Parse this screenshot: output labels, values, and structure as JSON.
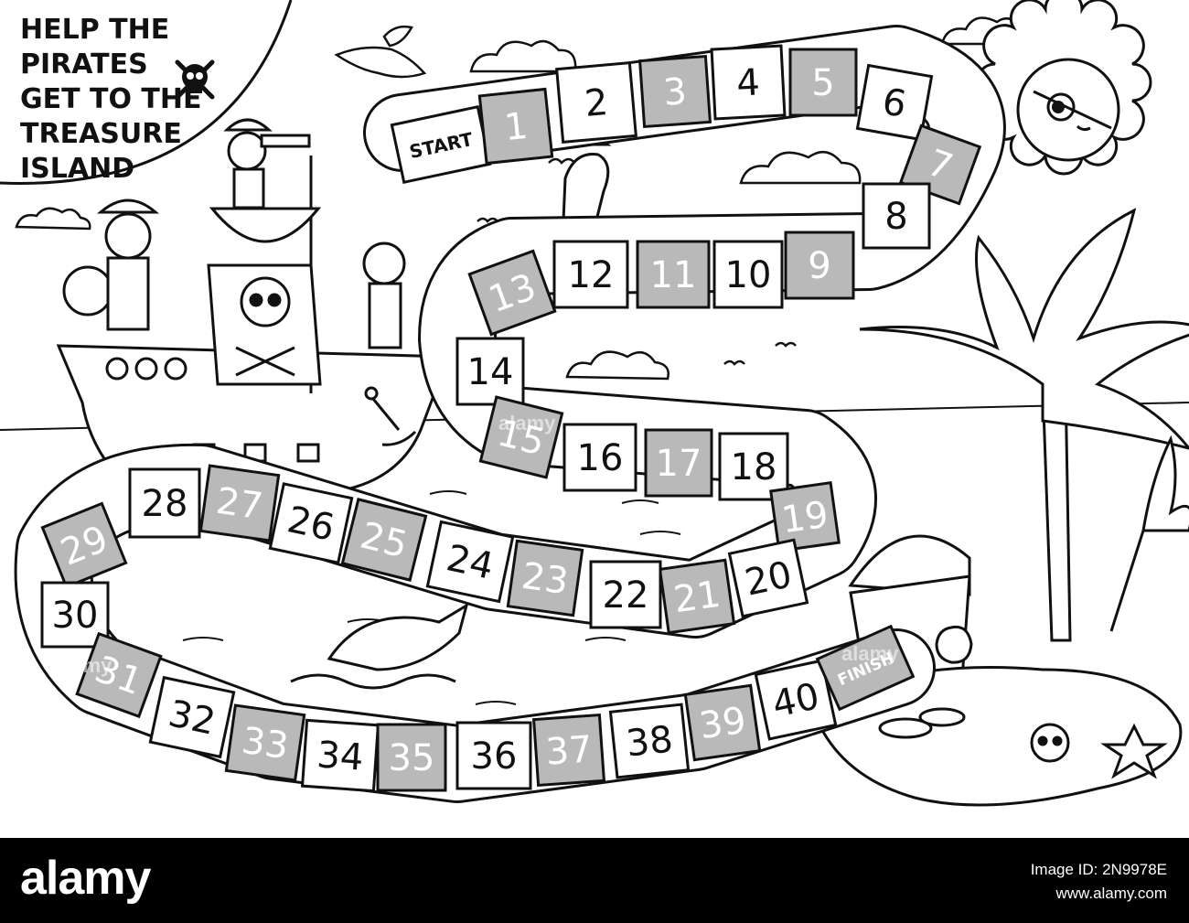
{
  "title": {
    "lines": [
      "HELP THE PIRATES",
      "GET TO THE",
      "TREASURE",
      "ISLAND"
    ]
  },
  "board": {
    "start_label": "START",
    "finish_label": "FINISH",
    "squares": [
      {
        "n": "1",
        "shade": "gray"
      },
      {
        "n": "2",
        "shade": "white"
      },
      {
        "n": "3",
        "shade": "gray"
      },
      {
        "n": "4",
        "shade": "white"
      },
      {
        "n": "5",
        "shade": "gray"
      },
      {
        "n": "6",
        "shade": "white"
      },
      {
        "n": "7",
        "shade": "gray"
      },
      {
        "n": "8",
        "shade": "white"
      },
      {
        "n": "9",
        "shade": "gray"
      },
      {
        "n": "10",
        "shade": "white"
      },
      {
        "n": "11",
        "shade": "gray"
      },
      {
        "n": "12",
        "shade": "white"
      },
      {
        "n": "13",
        "shade": "gray"
      },
      {
        "n": "14",
        "shade": "white"
      },
      {
        "n": "15",
        "shade": "gray"
      },
      {
        "n": "16",
        "shade": "white"
      },
      {
        "n": "17",
        "shade": "gray"
      },
      {
        "n": "18",
        "shade": "white"
      },
      {
        "n": "19",
        "shade": "gray"
      },
      {
        "n": "20",
        "shade": "white"
      },
      {
        "n": "21",
        "shade": "gray"
      },
      {
        "n": "22",
        "shade": "white"
      },
      {
        "n": "23",
        "shade": "gray"
      },
      {
        "n": "24",
        "shade": "white"
      },
      {
        "n": "25",
        "shade": "gray"
      },
      {
        "n": "26",
        "shade": "white"
      },
      {
        "n": "27",
        "shade": "gray"
      },
      {
        "n": "28",
        "shade": "white"
      },
      {
        "n": "29",
        "shade": "gray"
      },
      {
        "n": "30",
        "shade": "white"
      },
      {
        "n": "31",
        "shade": "gray"
      },
      {
        "n": "32",
        "shade": "white"
      },
      {
        "n": "33",
        "shade": "gray"
      },
      {
        "n": "34",
        "shade": "white"
      },
      {
        "n": "35",
        "shade": "gray"
      },
      {
        "n": "36",
        "shade": "white"
      },
      {
        "n": "37",
        "shade": "gray"
      },
      {
        "n": "38",
        "shade": "white"
      },
      {
        "n": "39",
        "shade": "gray"
      },
      {
        "n": "40",
        "shade": "white"
      }
    ]
  },
  "colors": {
    "gray_square": "#b9b9b9",
    "white_square": "#ffffff",
    "ink": "#111111",
    "gray_text": "#ffffff"
  },
  "footer": {
    "logo": "alamy",
    "image_id_line": "Image ID: 2N9978E",
    "site": "www.alamy.com"
  },
  "watermark": "alamy"
}
